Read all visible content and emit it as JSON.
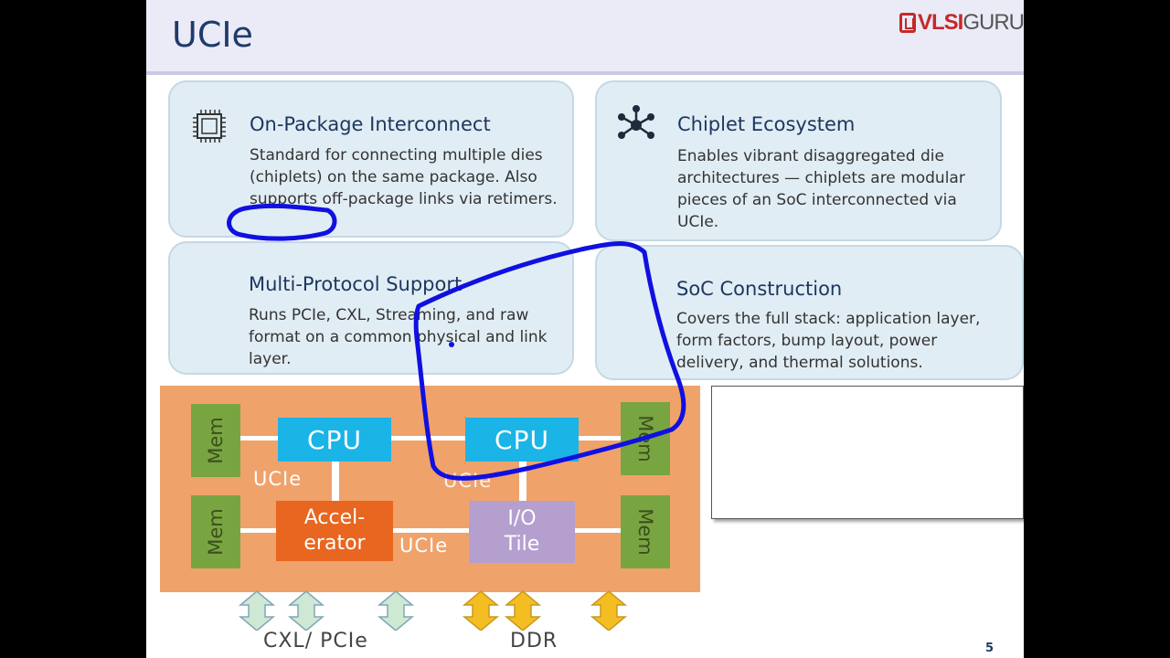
{
  "slide": {
    "title": "UCIe",
    "logo_text_a": "VLSI",
    "logo_text_b": "GURU",
    "page_number": "5"
  },
  "cards": [
    {
      "title": "On-Package Interconnect",
      "body": "Standard for connecting multiple dies (chiplets) on the same package. Also supports off-package links via retimers.",
      "icon": "chip-icon"
    },
    {
      "title": "Chiplet Ecosystem",
      "body": "Enables vibrant disaggregated die architectures — chiplets are modular pieces of an SoC interconnected via UCIe.",
      "icon": "network-icon"
    },
    {
      "title": "Multi-Protocol Support",
      "body": "Runs PCIe, CXL, Streaming, and raw format on a common physical and link layer."
    },
    {
      "title": "SoC Construction",
      "body": "Covers the full stack: application layer, form factors, bump layout, power delivery, and thermal solutions."
    }
  ],
  "diagram": {
    "mem_label": "Mem",
    "cpu_label": "CPU",
    "accel_label_1": "Accel-",
    "accel_label_2": "erator",
    "io_label_1": "I/O",
    "io_label_2": "Tile",
    "ucie_label": "UCIe",
    "bottom_label_left": "CXL/ PCIe",
    "bottom_label_right": "DDR"
  },
  "colors": {
    "package_bg": "#f0a26b",
    "mem": "#79a541",
    "cpu": "#1bb4e6",
    "accelerator": "#e8661f",
    "io_tile": "#b59fcf",
    "annotation_ink": "#1010e0",
    "title_text": "#1f3b6b"
  }
}
